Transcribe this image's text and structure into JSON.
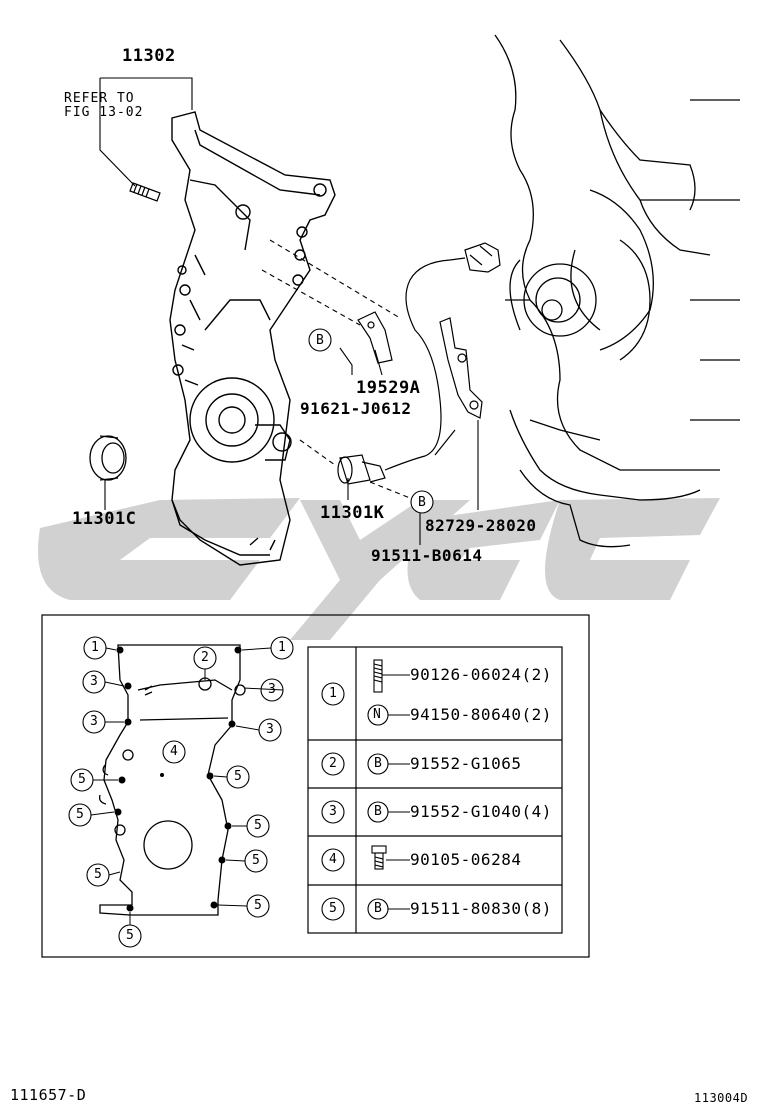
{
  "diagram_id": "111657-D",
  "figure_code": "113004D",
  "watermark": "cyc",
  "callouts": {
    "cover": "11302",
    "refer_line1": "REFER TO",
    "refer_line2": "FIG 13-02",
    "bracket": "19529A",
    "bolt_bracket": "91621-J0612",
    "seal": "11301C",
    "sensor": "11301K",
    "sensor_bracket": "82729-28020",
    "sensor_bolt": "91511-B0614",
    "marker_b": "B"
  },
  "table": {
    "rows": [
      {
        "num": "1",
        "items": [
          {
            "symbol": "stud",
            "code": "90126-06024(2)"
          },
          {
            "symbol": "N",
            "code": "94150-80640(2)"
          }
        ]
      },
      {
        "num": "2",
        "items": [
          {
            "symbol": "B",
            "code": "91552-G1065"
          }
        ]
      },
      {
        "num": "3",
        "items": [
          {
            "symbol": "B",
            "code": "91552-G1040(4)"
          }
        ]
      },
      {
        "num": "4",
        "items": [
          {
            "symbol": "bolt",
            "code": "90105-06284"
          }
        ]
      },
      {
        "num": "5",
        "items": [
          {
            "symbol": "B",
            "code": "91511-80830(8)"
          }
        ]
      }
    ]
  },
  "layout_callouts": [
    "1",
    "1",
    "2",
    "3",
    "3",
    "3",
    "3",
    "4",
    "5",
    "5",
    "5",
    "5",
    "5",
    "5",
    "5",
    "5"
  ]
}
